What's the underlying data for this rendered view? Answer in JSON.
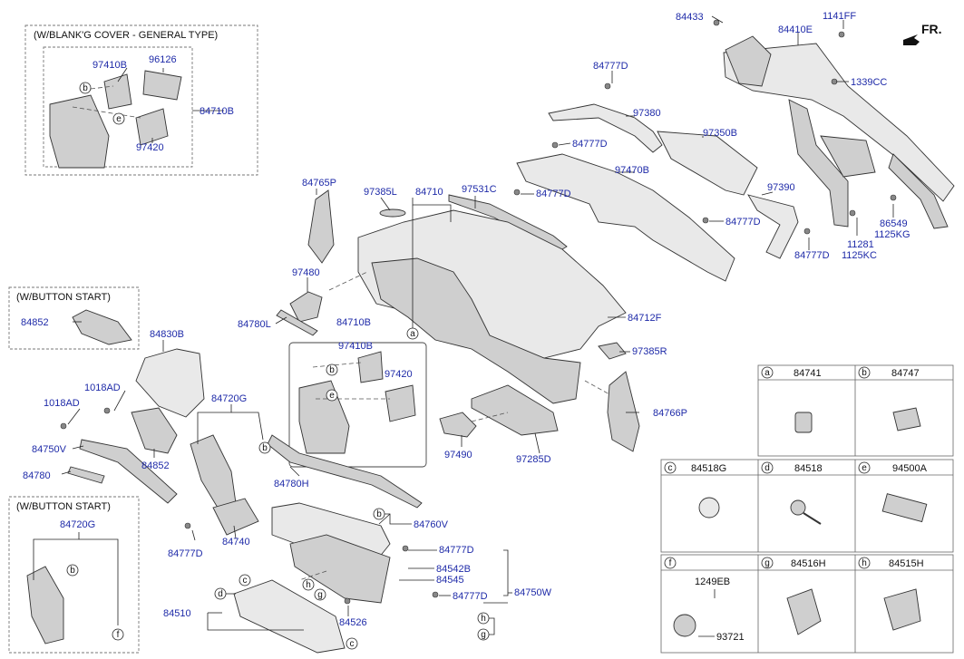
{
  "direction_label": "FR.",
  "callouts": {
    "blank_cover": "(W/BLANK'G COVER - GENERAL TYPE)",
    "button_start_top": "(W/BUTTON START)",
    "button_start_bottom": "(W/BUTTON START)"
  },
  "part_numbers": {
    "p84433": "84433",
    "p84410E": "84410E",
    "p1141FF": "1141FF",
    "p1339CC": "1339CC",
    "p84777D_a": "84777D",
    "p97380": "97380",
    "p84777D_b": "84777D",
    "p97350B": "97350B",
    "p97470B": "97470B",
    "p97531C": "97531C",
    "p84777D_c": "84777D",
    "p84777D_d": "84777D",
    "p97390": "97390",
    "p86549": "86549",
    "p1125KG": "1125KG",
    "p11281": "11281",
    "p1125KC": "1125KC",
    "p84777D_e": "84777D",
    "p97410B_a": "97410B",
    "p96126": "96126",
    "p84710B_a": "84710B",
    "p97420_a": "97420",
    "p84765P": "84765P",
    "p97385L": "97385L",
    "p84710": "84710",
    "p97480": "97480",
    "p84780L": "84780L",
    "p84712F": "84712F",
    "p97385R": "97385R",
    "p84852_a": "84852",
    "p84830B": "84830B",
    "p84710B_b": "84710B",
    "p97410B_b": "97410B",
    "p97420_b": "97420",
    "p1018AD_a": "1018AD",
    "p1018AD_b": "1018AD",
    "p84720G_a": "84720G",
    "p84750V": "84750V",
    "p84852_b": "84852",
    "p84780": "84780",
    "p84780H": "84780H",
    "p97490": "97490",
    "p97285D": "97285D",
    "p84766P": "84766P",
    "p84720G_b": "84720G",
    "p84777D_f": "84777D",
    "p84740": "84740",
    "p84760V": "84760V",
    "p84777D_g": "84777D",
    "p84542B": "84542B",
    "p84545": "84545",
    "p84777D_h": "84777D",
    "p84750W": "84750W",
    "p84510": "84510",
    "p84526": "84526"
  },
  "circle_labels": {
    "a": "a",
    "b": "b",
    "c": "c",
    "d": "d",
    "e": "e",
    "f": "f",
    "g": "g",
    "h": "h"
  },
  "legend": [
    {
      "letter": "a",
      "part": "84741"
    },
    {
      "letter": "b",
      "part": "84747"
    },
    {
      "letter": "c",
      "part": "84518G"
    },
    {
      "letter": "d",
      "part": "84518"
    },
    {
      "letter": "e",
      "part": "94500A"
    },
    {
      "letter": "f",
      "part": ""
    },
    {
      "letter": "g",
      "part": "84516H"
    },
    {
      "letter": "h",
      "part": "84515H"
    }
  ],
  "legend_f_sub": {
    "bolt": "1249EB",
    "part": "93721"
  }
}
